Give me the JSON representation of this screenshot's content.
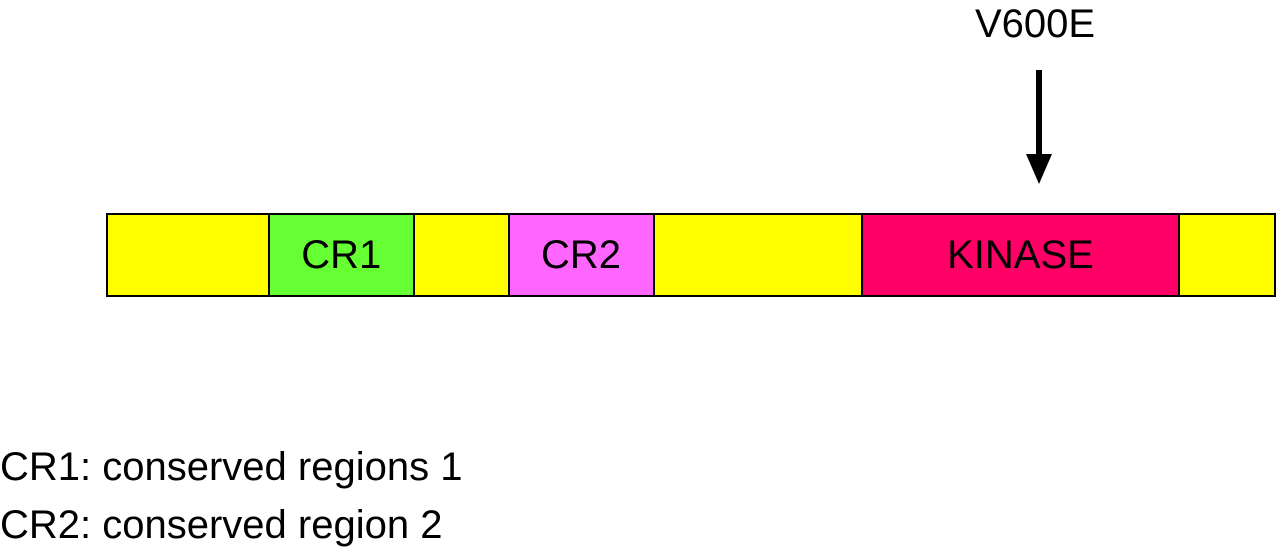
{
  "mutation": {
    "label": "V600E"
  },
  "protein": {
    "segments": [
      {
        "label": "",
        "color": "#ffff00",
        "flex": 162
      },
      {
        "label": "CR1",
        "color": "#66ff33",
        "flex": 145
      },
      {
        "label": "",
        "color": "#ffff00",
        "flex": 94
      },
      {
        "label": "CR2",
        "color": "#ff66ff",
        "flex": 145
      },
      {
        "label": "",
        "color": "#ffff00",
        "flex": 209
      },
      {
        "label": "KINASE",
        "color": "#ff0066",
        "flex": 320
      },
      {
        "label": "",
        "color": "#ffff00",
        "flex": 95
      }
    ]
  },
  "legend": {
    "cr1": "CR1: conserved regions 1",
    "cr2": "CR2: conserved region 2"
  }
}
